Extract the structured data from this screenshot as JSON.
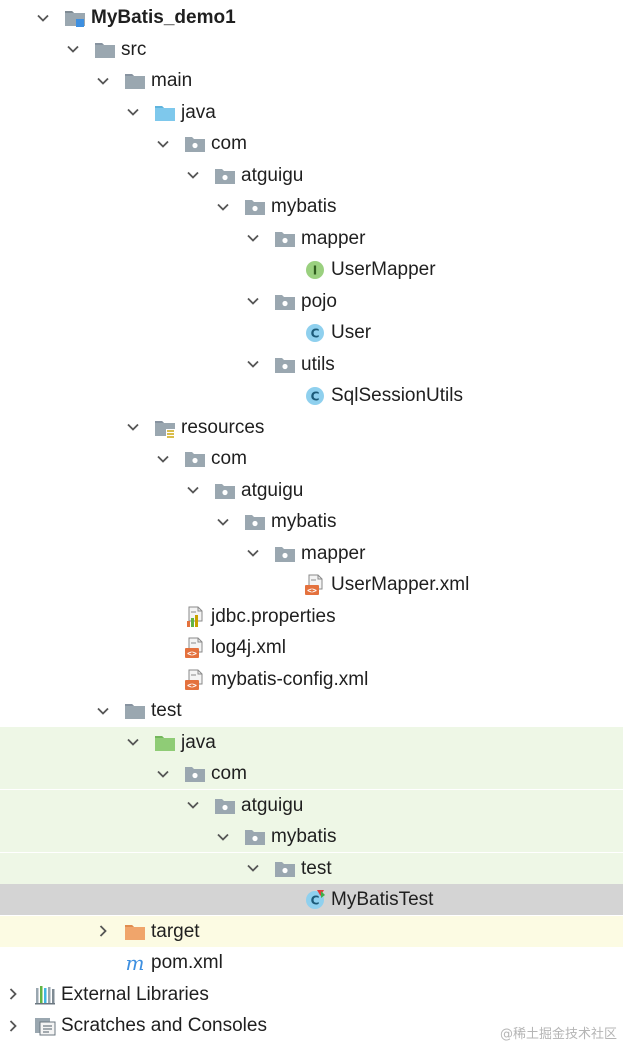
{
  "tree": {
    "rows": [
      {
        "label": "MyBatis_demo1",
        "depth": 0,
        "arrow": "down",
        "icon": "module-folder-icon",
        "bold": true,
        "bg": ""
      },
      {
        "label": "src",
        "depth": 1,
        "arrow": "down",
        "icon": "folder-icon",
        "bold": false,
        "bg": ""
      },
      {
        "label": "main",
        "depth": 2,
        "arrow": "down",
        "icon": "folder-icon",
        "bold": false,
        "bg": ""
      },
      {
        "label": "java",
        "depth": 3,
        "arrow": "down",
        "icon": "source-folder-icon",
        "bold": false,
        "bg": ""
      },
      {
        "label": "com",
        "depth": 4,
        "arrow": "down",
        "icon": "package-icon",
        "bold": false,
        "bg": ""
      },
      {
        "label": "atguigu",
        "depth": 5,
        "arrow": "down",
        "icon": "package-icon",
        "bold": false,
        "bg": ""
      },
      {
        "label": "mybatis",
        "depth": 6,
        "arrow": "down",
        "icon": "package-icon",
        "bold": false,
        "bg": ""
      },
      {
        "label": "mapper",
        "depth": 7,
        "arrow": "down",
        "icon": "package-icon",
        "bold": false,
        "bg": ""
      },
      {
        "label": "UserMapper",
        "depth": 8,
        "arrow": "none",
        "icon": "interface-icon",
        "bold": false,
        "bg": ""
      },
      {
        "label": "pojo",
        "depth": 7,
        "arrow": "down",
        "icon": "package-icon",
        "bold": false,
        "bg": ""
      },
      {
        "label": "User",
        "depth": 8,
        "arrow": "none",
        "icon": "class-icon",
        "bold": false,
        "bg": ""
      },
      {
        "label": "utils",
        "depth": 7,
        "arrow": "down",
        "icon": "package-icon",
        "bold": false,
        "bg": ""
      },
      {
        "label": "SqlSessionUtils",
        "depth": 8,
        "arrow": "none",
        "icon": "class-icon",
        "bold": false,
        "bg": ""
      },
      {
        "label": "resources",
        "depth": 3,
        "arrow": "down",
        "icon": "resources-folder-icon",
        "bold": false,
        "bg": ""
      },
      {
        "label": "com",
        "depth": 4,
        "arrow": "down",
        "icon": "package-icon",
        "bold": false,
        "bg": ""
      },
      {
        "label": "atguigu",
        "depth": 5,
        "arrow": "down",
        "icon": "package-icon",
        "bold": false,
        "bg": ""
      },
      {
        "label": "mybatis",
        "depth": 6,
        "arrow": "down",
        "icon": "package-icon",
        "bold": false,
        "bg": ""
      },
      {
        "label": "mapper",
        "depth": 7,
        "arrow": "down",
        "icon": "package-icon",
        "bold": false,
        "bg": ""
      },
      {
        "label": "UserMapper.xml",
        "depth": 8,
        "arrow": "none",
        "icon": "xml-file-icon",
        "bold": false,
        "bg": ""
      },
      {
        "label": "jdbc.properties",
        "depth": 4,
        "arrow": "none",
        "icon": "properties-file-icon",
        "bold": false,
        "bg": ""
      },
      {
        "label": "log4j.xml",
        "depth": 4,
        "arrow": "none",
        "icon": "xml-file-icon",
        "bold": false,
        "bg": ""
      },
      {
        "label": "mybatis-config.xml",
        "depth": 4,
        "arrow": "none",
        "icon": "xml-file-icon",
        "bold": false,
        "bg": ""
      },
      {
        "label": "test",
        "depth": 2,
        "arrow": "down",
        "icon": "folder-icon",
        "bold": false,
        "bg": ""
      },
      {
        "label": "java",
        "depth": 3,
        "arrow": "down",
        "icon": "test-source-folder-icon",
        "bold": false,
        "bg": "test"
      },
      {
        "label": "com",
        "depth": 4,
        "arrow": "down",
        "icon": "package-icon",
        "bold": false,
        "bg": "test"
      },
      {
        "label": "atguigu",
        "depth": 5,
        "arrow": "down",
        "icon": "package-icon",
        "bold": false,
        "bg": "test"
      },
      {
        "label": "mybatis",
        "depth": 6,
        "arrow": "down",
        "icon": "package-icon",
        "bold": false,
        "bg": "test"
      },
      {
        "label": "test",
        "depth": 7,
        "arrow": "down",
        "icon": "package-icon",
        "bold": false,
        "bg": "test"
      },
      {
        "label": "MyBatisTest",
        "depth": 8,
        "arrow": "none",
        "icon": "test-class-icon",
        "bold": false,
        "bg": "selected"
      },
      {
        "label": "target",
        "depth": 2,
        "arrow": "right",
        "icon": "excluded-folder-icon",
        "bold": false,
        "bg": "excluded"
      },
      {
        "label": "pom.xml",
        "depth": 2,
        "arrow": "none",
        "icon": "maven-file-icon",
        "bold": false,
        "bg": ""
      },
      {
        "label": "External Libraries",
        "depth": 0,
        "arrow": "right",
        "icon": "libraries-icon",
        "bold": false,
        "bg": ""
      },
      {
        "label": "Scratches and Consoles",
        "depth": 0,
        "arrow": "right",
        "icon": "scratches-icon",
        "bold": false,
        "bg": ""
      }
    ]
  },
  "watermark": "@稀土掘金技术社区",
  "colors": {
    "folder": "#9aa7b0",
    "source_folder": "#7ec8ec",
    "test_folder": "#8fcc76",
    "excluded_folder": "#f0a56b",
    "class": "#40b6e0",
    "interface": "#62b543",
    "xml": "#e4713d",
    "maven": "#3d8fe0"
  }
}
